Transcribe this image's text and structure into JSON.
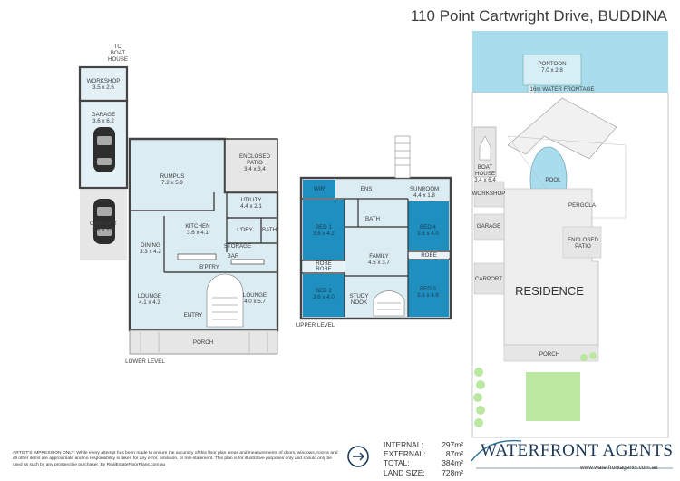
{
  "header": {
    "address": "110 Point Cartwright Drive, BUDDINA"
  },
  "lower_level": {
    "caption": "LOWER LEVEL",
    "rooms": [
      {
        "name": "TO BOAT HOUSE"
      },
      {
        "name": "WORKSHOP",
        "size": "3.5 x 2.6"
      },
      {
        "name": "GARAGE",
        "size": "3.6 x 6.2"
      },
      {
        "name": "CARPORT",
        "size": "3.6 x 5.7"
      },
      {
        "name": "RUMPUS",
        "size": "7.2 x 5.9"
      },
      {
        "name": "ENCLOSED PATIO",
        "size": "3.4 x 3.4"
      },
      {
        "name": "UTILITY",
        "size": "4.4 x 2.1"
      },
      {
        "name": "KITCHEN",
        "size": "3.6 x 4.1"
      },
      {
        "name": "L'DRY"
      },
      {
        "name": "BATH"
      },
      {
        "name": "STORAGE"
      },
      {
        "name": "DINING",
        "size": "3.3 x 4.2"
      },
      {
        "name": "BAR"
      },
      {
        "name": "B'PTRY"
      },
      {
        "name": "LOUNGE",
        "size": "4.1 x 4.3"
      },
      {
        "name": "LOUNGE",
        "size": "4.0 x 5.7"
      },
      {
        "name": "ENTRY"
      },
      {
        "name": "PORCH"
      }
    ]
  },
  "upper_level": {
    "caption": "UPPER LEVEL",
    "rooms": [
      {
        "name": "WIR"
      },
      {
        "name": "ENS"
      },
      {
        "name": "SUNROOM",
        "size": "4.4 x 1.8"
      },
      {
        "name": "BED 1",
        "size": "3.6 x 4.2"
      },
      {
        "name": "BATH"
      },
      {
        "name": "BED 4",
        "size": "3.6 x 4.0"
      },
      {
        "name": "ROBE"
      },
      {
        "name": "ROBE"
      },
      {
        "name": "FAMILY",
        "size": "4.5 x 3.7"
      },
      {
        "name": "ROBE"
      },
      {
        "name": "BED 2",
        "size": "3.6 x 4.0"
      },
      {
        "name": "STUDY NOOK"
      },
      {
        "name": "BED 3",
        "size": "3.6 x 4.8"
      }
    ]
  },
  "site_plan": {
    "pontoon": {
      "name": "PONTOON",
      "size": "7.0 x 2.8"
    },
    "frontage": "16m WATER FRONTAGE",
    "boat_house": {
      "name": "BOAT HOUSE",
      "size": "3.4 x 6.4"
    },
    "labels": [
      "WORKSHOP",
      "POOL",
      "PERGOLA",
      "GARAGE",
      "ENCLOSED PATIO",
      "CARPORT",
      "PORCH"
    ],
    "residence": "RESIDENCE"
  },
  "footer": {
    "disclaimer": "ARTIST'S IMPRESSION ONLY: While every attempt has been made to ensure the accuracy of this floor plan areas and measurements of doors, windows, rooms and all other items are approximate and no responsibility is taken for any error, omission, or mis-statement. This plan is for illustrative purposes only and should only be used as such by any prospective purchaser. By RealEstateFloorPlans.com.au",
    "compass": "N",
    "areas": [
      {
        "label": "INTERNAL:",
        "value": "297m²"
      },
      {
        "label": "EXTERNAL:",
        "value": "87m²"
      },
      {
        "label": "TOTAL:",
        "value": "384m²"
      },
      {
        "label": "LAND SIZE:",
        "value": "728m²"
      }
    ],
    "brand": "WATERFRONT AGENTS",
    "website": "www.waterfrontagents.com.au"
  },
  "colors": {
    "room_light": "#dcecf3",
    "room_dark": "#1f8fbf",
    "water": "#a9dcec",
    "grass": "#bce7a0",
    "wall": "#4a4a4a"
  }
}
